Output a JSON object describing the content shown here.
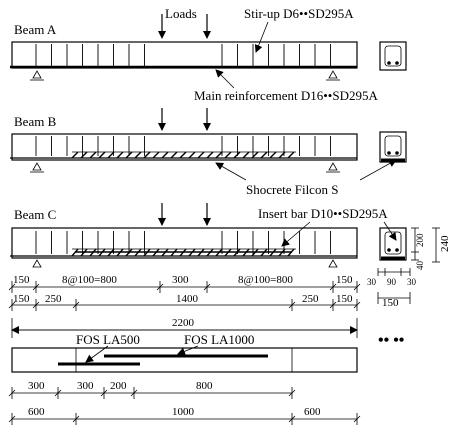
{
  "labels": {
    "loads": "Loads",
    "stirrup": "Stir-up D6••SD295A",
    "main_reinf": "Main reinforcement D16••SD295A",
    "shotcrete": "Shocrete Filcon S",
    "insert_bar": "Insert bar D10••SD295A",
    "fos1": "FOS LA500",
    "fos2": "FOS LA1000",
    "ellipsis": "•• ••"
  },
  "beams": [
    {
      "name": "Beam A"
    },
    {
      "name": "Beam B"
    },
    {
      "name": "Beam C"
    }
  ],
  "dimensions": {
    "row1": [
      "150",
      "8@100=800",
      "300",
      "8@100=800",
      "150"
    ],
    "row2": [
      "150",
      "250",
      "1400",
      "250",
      "150"
    ],
    "total": "2200",
    "fos_row1": [
      "300",
      "300",
      "200",
      "800"
    ],
    "fos_row2": [
      "600",
      "1000",
      "600"
    ],
    "section_height": "240",
    "section_inner": "200",
    "section_bottom": "40",
    "section_widths": [
      "30",
      "90",
      "30"
    ],
    "section_total_width": "150"
  }
}
